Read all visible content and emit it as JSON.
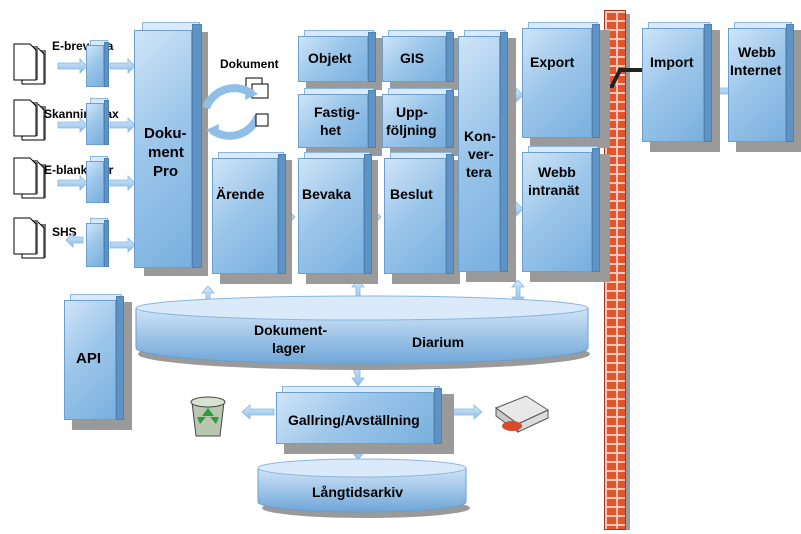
{
  "inputs": {
    "e_brevlada": "E-brevlåda",
    "skanning_fax": "Skanning/fax",
    "e_blanketter": "E-blanketter",
    "shs": "SHS"
  },
  "dokument_pro": [
    "Doku-",
    "ment",
    "Pro"
  ],
  "dokument_label": "Dokument",
  "modules": {
    "objekt": "Objekt",
    "gis": "GIS",
    "fastighet": [
      "Fastig-",
      "het"
    ],
    "uppfoljning": [
      "Upp-",
      "följning"
    ],
    "arende": "Ärende",
    "bevaka": "Bevaka",
    "beslut": "Beslut",
    "konvertera": [
      "Kon-",
      "ver-",
      "tera"
    ],
    "export": "Export",
    "webb_intranat": [
      "Webb",
      "intranät"
    ],
    "import": "Import",
    "webb_internet": [
      "Webb",
      "Internet"
    ]
  },
  "api": "API",
  "dokumentlager": [
    "Dokument-",
    "lager"
  ],
  "diarium": "Diarium",
  "gallring": "Gallring/Avställning",
  "langtidsarkiv": "Långtidsarkiv",
  "icons": [
    "document-icon",
    "recycle-bin-icon",
    "disk-drive-icon",
    "firewall-icon",
    "refresh-cycle-icon"
  ],
  "colors": {
    "box": "#8fbfe6",
    "firewall": "#e5532a",
    "arrow": "#a9d0f0"
  }
}
